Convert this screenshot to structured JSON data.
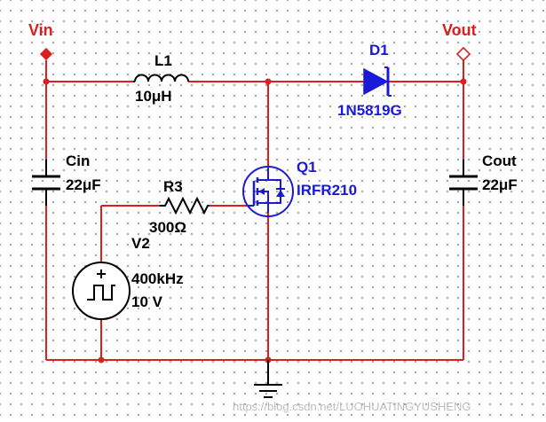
{
  "ports": {
    "vin": "Vin",
    "vout": "Vout"
  },
  "components": {
    "L1": {
      "name": "L1",
      "value": "10μH"
    },
    "D1": {
      "name": "D1",
      "value": "1N5819G"
    },
    "Cin": {
      "name": "Cin",
      "value": "22μF"
    },
    "Cout": {
      "name": "Cout",
      "value": "22μF"
    },
    "R3": {
      "name": "R3",
      "value": "300Ω"
    },
    "Q1": {
      "name": "Q1",
      "value": "IRFR210"
    },
    "V2": {
      "name": "V2",
      "freq": "400kHz",
      "amp": "10 V"
    }
  },
  "watermark": "https://blog.csdn.net/LUOHUATINGYUSHENG",
  "colors": {
    "wire": "#dd1e1e",
    "component": "#000000",
    "port_label": "#dd1e1e",
    "part_label": "#1a1ad6",
    "grid": "#8a8a8a"
  }
}
